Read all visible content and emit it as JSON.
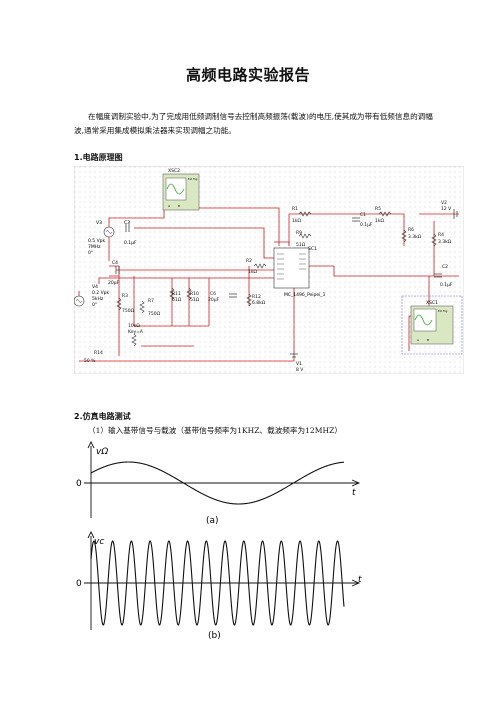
{
  "doc": {
    "title": "高频电路实验报告",
    "intro": "在幅度调制实验中,为了完成用低频调制信号去控制高频振荡(载波)的电压,使其成为带有低频信息的调幅波,通常采用集成模拟乘法器来实现调幅之功能。",
    "section1": "1.电路原理图",
    "section2": "2.仿真电路测试",
    "sub1": "（1）输入基带信号与载波（基带信号频率为1KHZ、载波频率为12MHZ）"
  },
  "schematic": {
    "labels": {
      "xsc2": "XSC2",
      "xsc1": "XSC1",
      "v3": "V3",
      "v3_amp": "0.5 Vpk",
      "v3_freq": "7MHz",
      "v3_phase": "0°",
      "c3": "C3",
      "c3_val": "0.1μF",
      "c4": "C4",
      "c4_val": "20μF",
      "v4": "V4",
      "v4_amp": "0.2 Vpk",
      "v4_freq": "5kHz",
      "v4_phase": "0°",
      "r3": "R3",
      "r3_val": "750Ω",
      "r7": "R7",
      "r7_val": "750Ω",
      "r11": "R11",
      "r11_val": "51Ω",
      "r10": "R10",
      "r10_val": "51Ω",
      "c6": "C6",
      "c6_val": "20μF",
      "r14": "R14",
      "r14_val": "10kΩ",
      "r14_key": "Key=A",
      "r14_pct": "50 %",
      "r1": "R1",
      "r1_val": "1kΩ",
      "r9": "R9",
      "r9_val": "51Ω",
      "r2": "R2",
      "r2_val": "1kΩ",
      "r12": "R12",
      "r12_val": "6.8kΩ",
      "ic": "MC_1496_Peipei_1",
      "sc1": "SC1",
      "c1": "C1",
      "c1_val": "0.1μF",
      "r5": "R5",
      "r5_val": "1kΩ",
      "r6": "R6",
      "r6_val": "3.3kΩ",
      "r4": "R4",
      "r4_val": "3.3kΩ",
      "v2": "V2",
      "v2_val": "12 V",
      "c2": "C2",
      "c2_val": "0.1μF",
      "v1": "V1",
      "v1_val": "8 V",
      "scope_ext": "Ext Trig",
      "scope_a": "A",
      "scope_b": "B"
    }
  },
  "waveform_a": {
    "v_label": "vΩ",
    "zero": "0",
    "t_label": "t",
    "caption": "(a)"
  },
  "waveform_b": {
    "v_label": "vc",
    "zero": "0",
    "t_label": "t",
    "caption": "(b)"
  }
}
